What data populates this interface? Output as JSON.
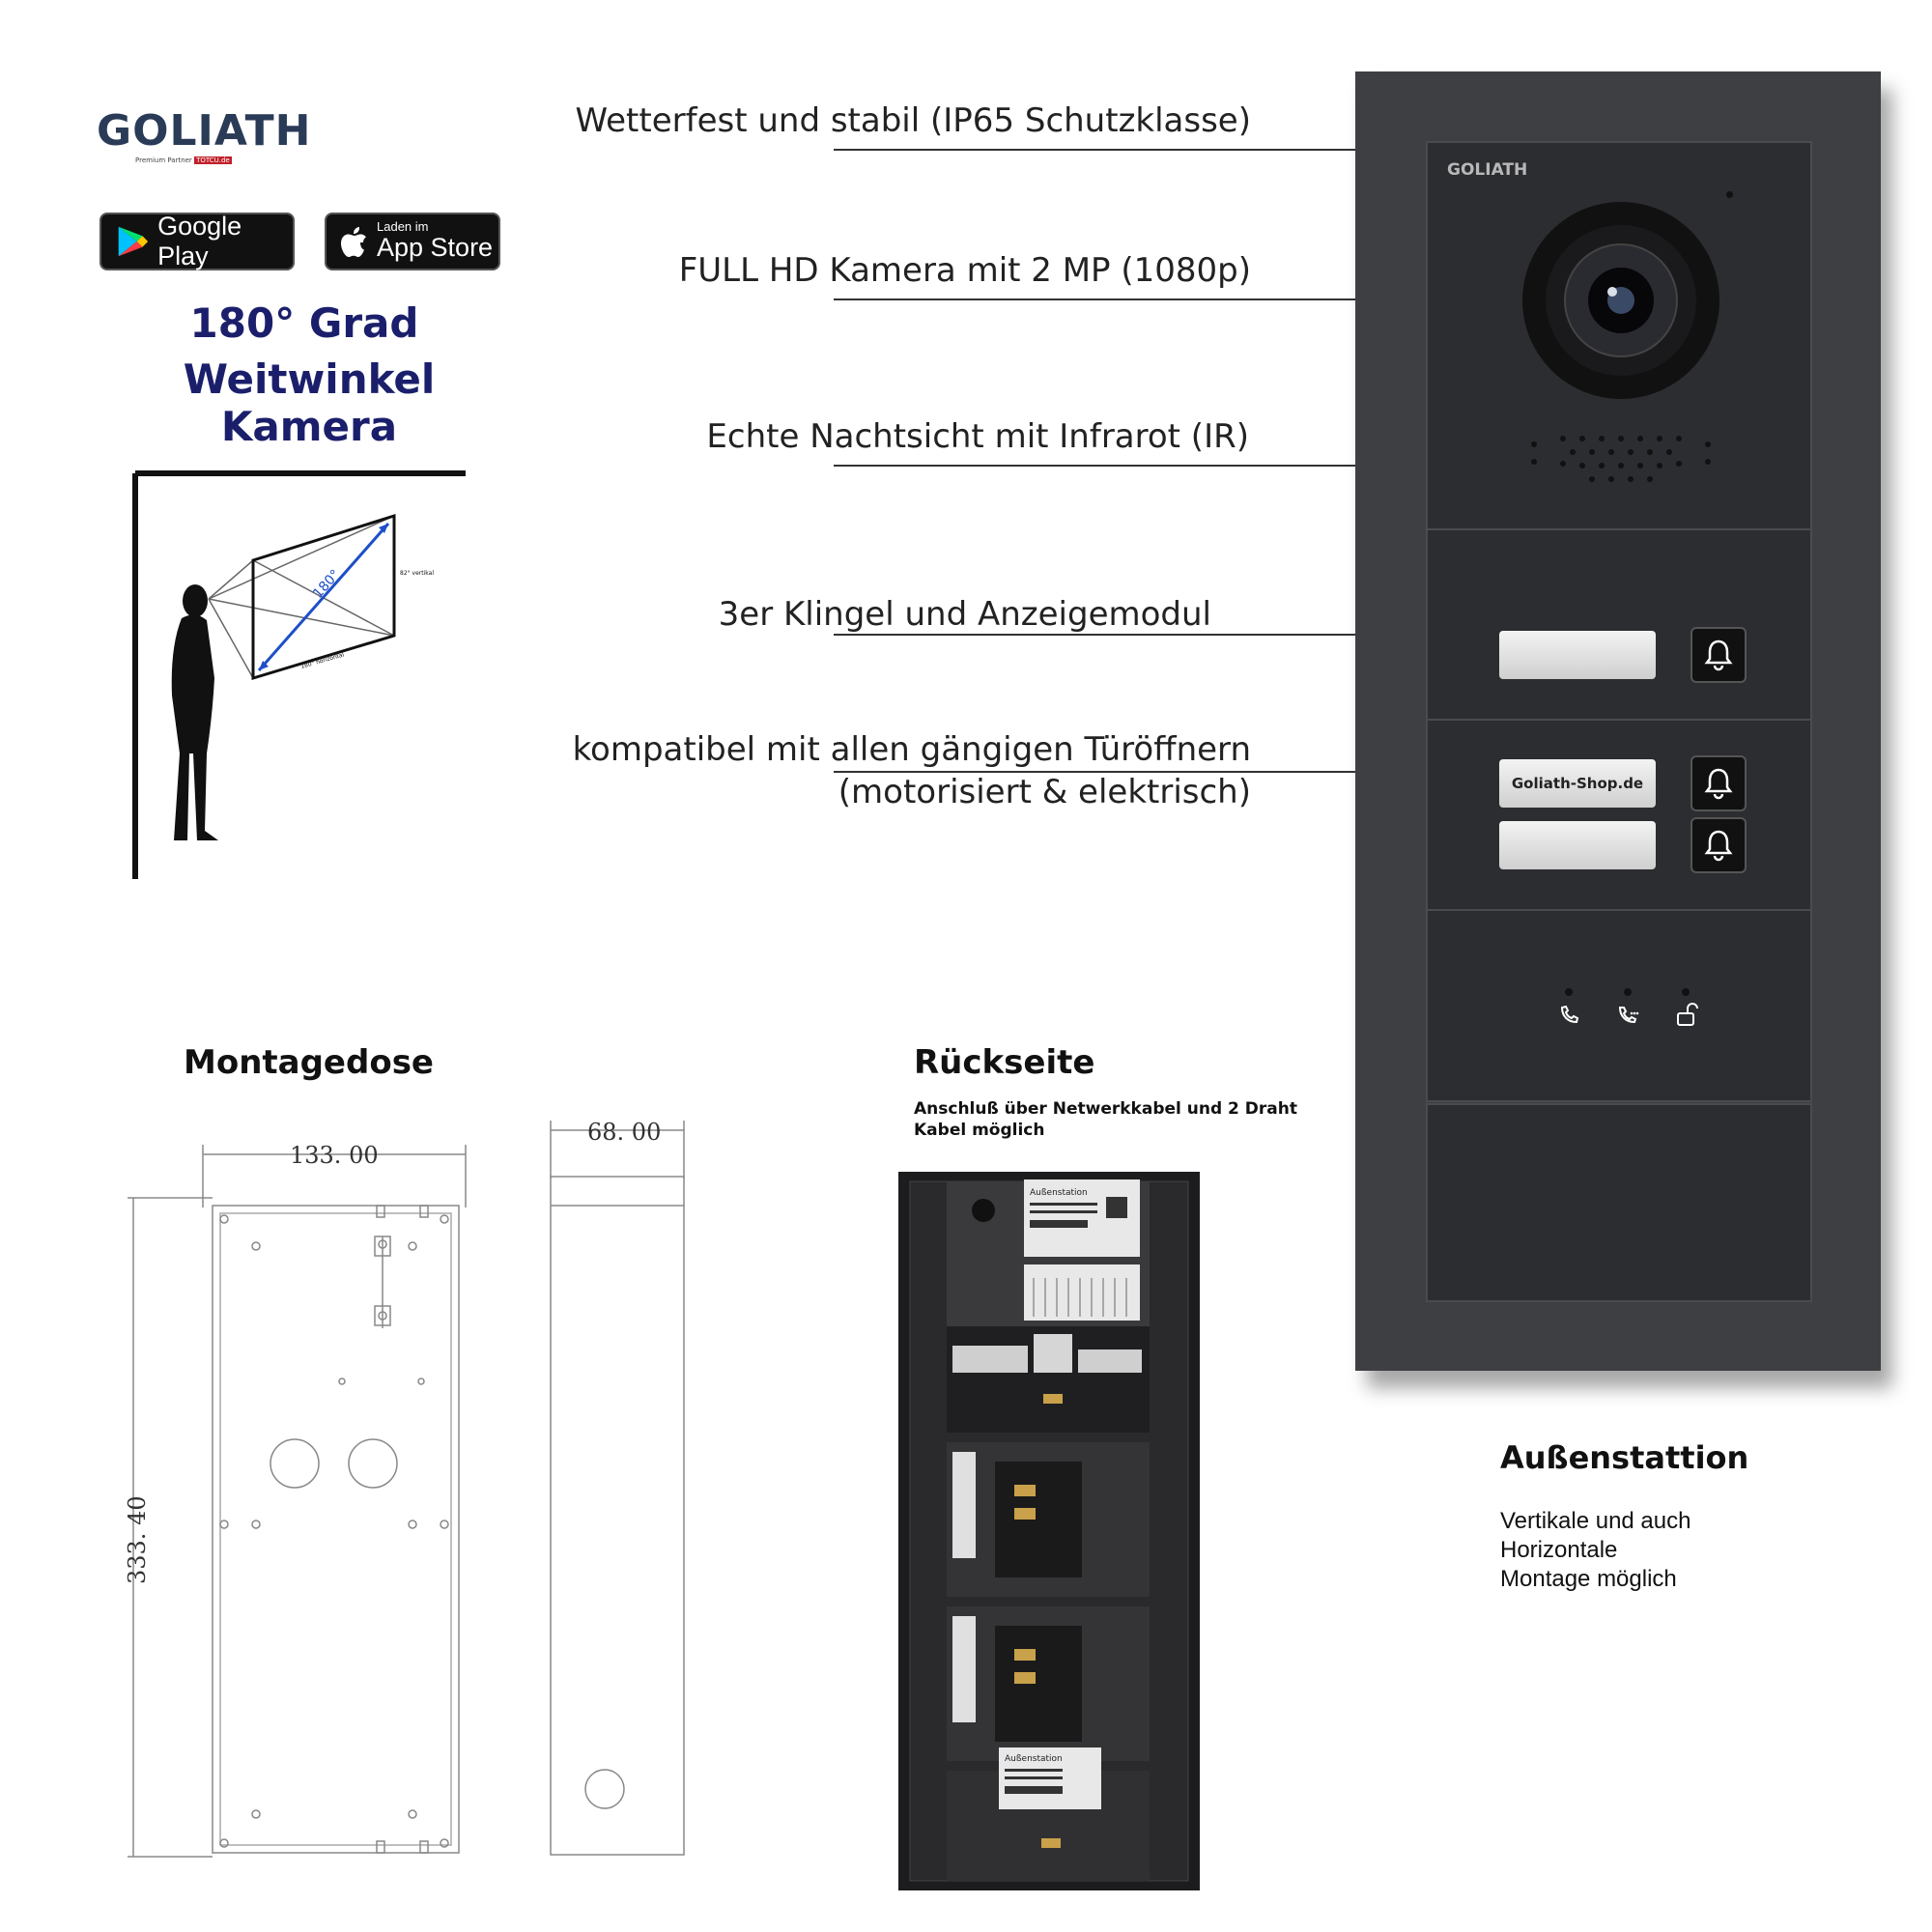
{
  "brand": {
    "logo_text": "GOLIATH",
    "logo_subtext_prefix": "Premium Partner",
    "logo_subtext_highlight": "TOTCU.de"
  },
  "stores": {
    "google_play": {
      "label": "Google Play"
    },
    "app_store": {
      "small": "Laden im",
      "label": "App Store"
    }
  },
  "headline": {
    "line1": "180° Grad",
    "line2": "Weitwinkel Kamera"
  },
  "diagram": {
    "angle_label": "180°",
    "vertical_label": "82° vertikal",
    "horizontal_label": "180° horizontal"
  },
  "features": [
    {
      "text": "Wetterfest und stabil (IP65 Schutzklasse)"
    },
    {
      "text": "FULL HD Kamera mit 2 MP (1080p)"
    },
    {
      "text": "Echte Nachtsicht mit Infrarot (IR)"
    },
    {
      "text": "3er Klingel und Anzeigemodul"
    },
    {
      "text": "kompatibel mit allen gängigen Türöffnern",
      "text2": "(motorisiert & elektrisch)"
    }
  ],
  "device": {
    "brand": "GOLIATH",
    "nameplates": [
      "",
      "Goliath-Shop.de",
      ""
    ],
    "colors": {
      "frame": "#3e3f42",
      "module": "#2c2d30"
    }
  },
  "montagedose": {
    "title": "Montagedose",
    "width": "133. 00",
    "depth": "68. 00",
    "height": "333. 40"
  },
  "rueckseite": {
    "title": "Rückseite",
    "subtitle_line1": "Anschluß über Netwerkkabel und 2 Draht",
    "subtitle_line2": "Kabel möglich",
    "label_top": "Außenstation",
    "label_bottom": "Außenstation"
  },
  "aussenstation": {
    "title": "Außenstattion",
    "desc_line1": "Vertikale und auch",
    "desc_line2": "Horizontale",
    "desc_line3": "Montage möglich"
  }
}
